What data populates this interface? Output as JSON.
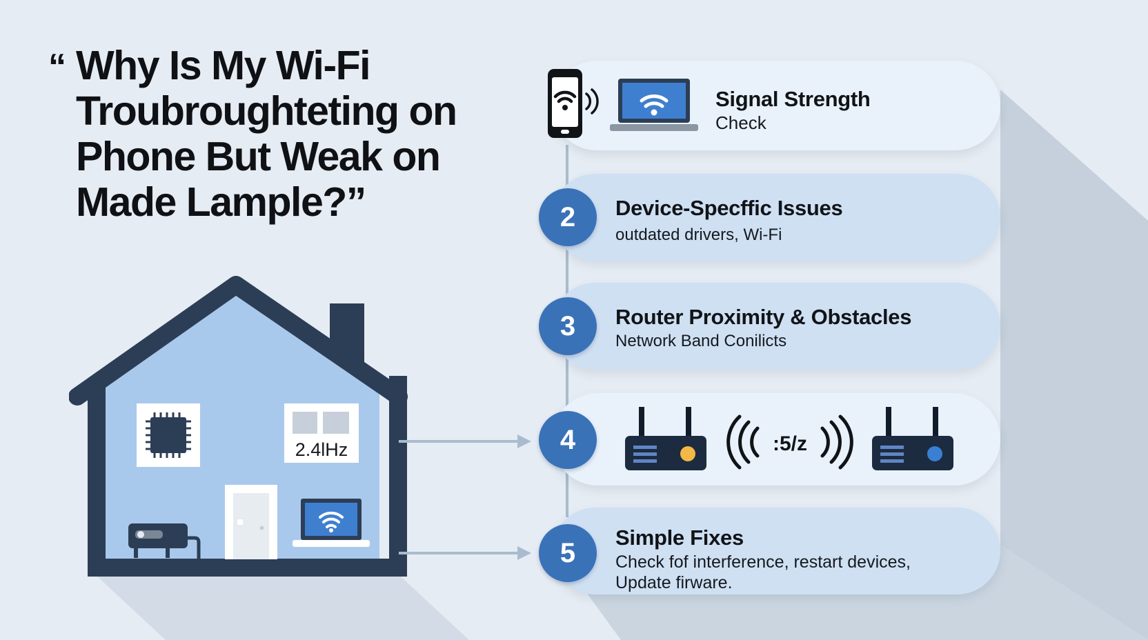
{
  "headline": {
    "open_quote": "“",
    "lines": [
      "Why Is My Wi-Fi",
      "Troubroughteting on",
      "Phone But Weak on",
      "Made Lample?”"
    ]
  },
  "house": {
    "frequency_label": "2.4lHz",
    "icons": [
      "chip-icon",
      "window-icon",
      "door-icon",
      "laptop-wifi-icon",
      "router-icon"
    ]
  },
  "steps": [
    {
      "title": "Signal Strength",
      "subtitle": "Check",
      "icons": [
        "smartphone-wifi-icon",
        "laptop-wifi-icon"
      ]
    },
    {
      "number": "2",
      "title": "Device-Specffic Issues",
      "subtitle": "outdated drivers, Wi-Fi"
    },
    {
      "number": "3",
      "title": "Router Proximity & Obstacles",
      "subtitle": "Network Band Conilicts"
    },
    {
      "number": "4",
      "band_label": ":5/z",
      "icons": [
        "router-icon",
        "signal-waves-icon",
        "router-icon"
      ],
      "led_colors": [
        "#f3b845",
        "#3a7fd1"
      ]
    },
    {
      "number": "5",
      "title": "Simple Fixes",
      "subtitle_lines": [
        "Check fof interference, restart devices,",
        "Update firware."
      ]
    }
  ],
  "colors": {
    "background": "#e6ecf3",
    "navy": "#2c3e56",
    "accent_blue": "#3a72b8",
    "card": "#cfe0f3",
    "card_light": "#e9f2fb"
  }
}
